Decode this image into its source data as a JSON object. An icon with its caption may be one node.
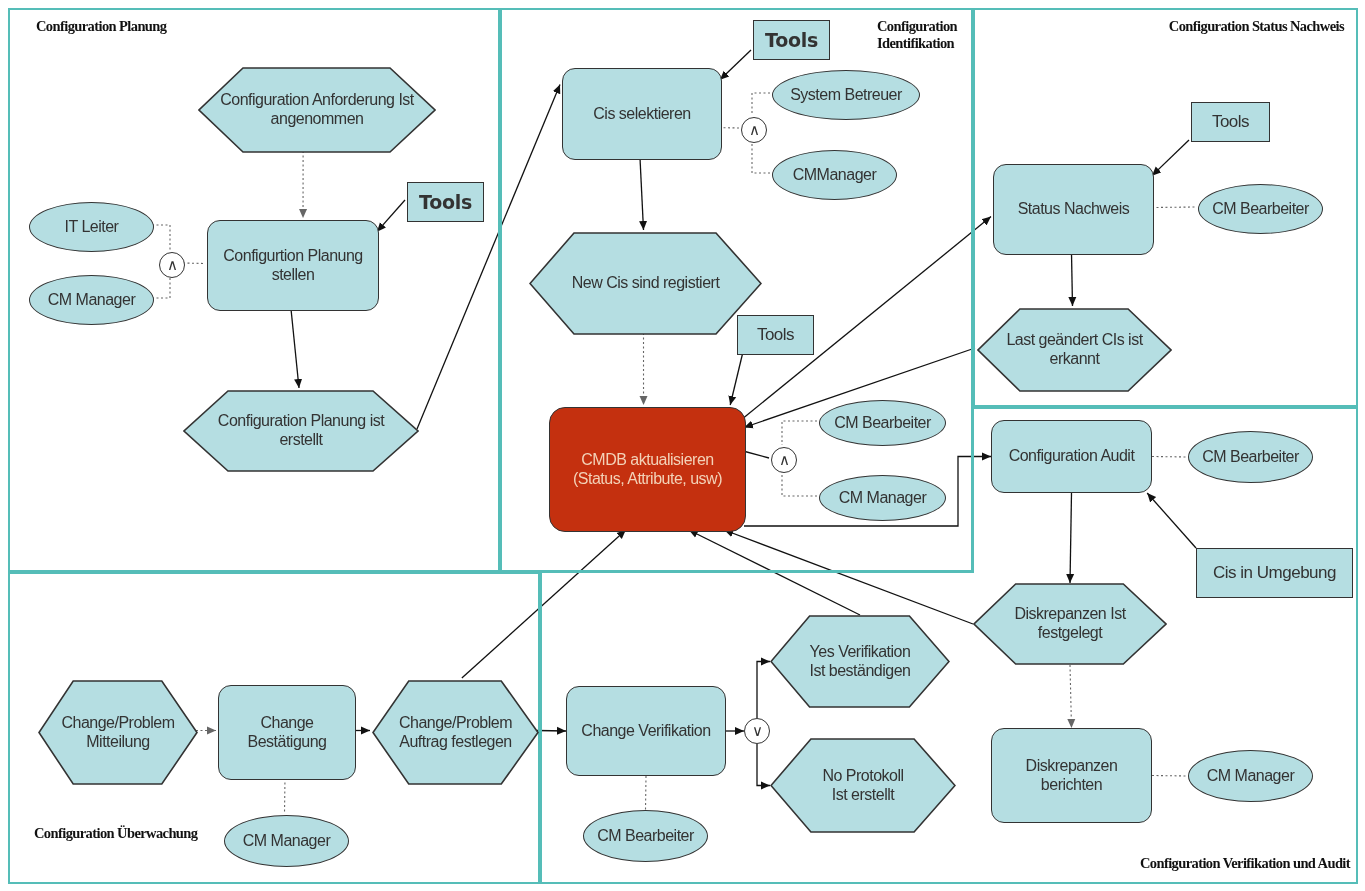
{
  "diagram": {
    "nodes": [
      {
        "text": [
          "Configuration Planung"
        ]
      },
      {
        "text": [
          "Configuration Identifikation"
        ]
      },
      {
        "text": [
          "Configuration Status Nachweis"
        ]
      },
      {
        "text": [
          "Configuration Überwachung"
        ]
      },
      {
        "text": [
          "Configuration Verifikation und Audit"
        ]
      },
      {
        "text": [
          "Configuration Anforderung Ist angenommen"
        ],
        "in": 0
      },
      {
        "text": [
          "IT Leiter"
        ],
        "in": 0
      },
      {
        "text": [
          "CM Manager"
        ],
        "in": 0
      },
      {
        "text": [
          "∧"
        ],
        "in": 0
      },
      {
        "text": [
          "Configurtion Planung stellen"
        ],
        "in": 0
      },
      {
        "text": [
          "Tools"
        ],
        "in": 0
      },
      {
        "text": [
          "Configuration Planung ist erstellt"
        ],
        "in": 0
      },
      {
        "text": [
          "Tools"
        ],
        "in": 1
      },
      {
        "text": [
          "Cis selektieren"
        ],
        "in": 1
      },
      {
        "text": [
          "System Betreuer"
        ],
        "in": 1
      },
      {
        "text": [
          "∧"
        ],
        "in": 1
      },
      {
        "text": [
          "CMManager"
        ],
        "in": 1
      },
      {
        "text": [
          "New Cis sind registiert"
        ],
        "in": 1
      },
      {
        "text": [
          "Tools"
        ],
        "in": 1
      },
      {
        "text": [
          "CMDB aktualisieren (Status, Attribute, usw)"
        ],
        "in": 1
      },
      {
        "text": [
          "CM Bearbeiter"
        ],
        "in": 1
      },
      {
        "text": [
          "∧"
        ],
        "in": 1
      },
      {
        "text": [
          "CM Manager"
        ],
        "in": 1
      },
      {
        "text": [
          "Tools"
        ],
        "in": 2
      },
      {
        "text": [
          "Status Nachweis"
        ],
        "in": 2
      },
      {
        "text": [
          "CM Bearbeiter"
        ],
        "in": 2
      },
      {
        "text": [
          "Last geändert CIs ist erkannt"
        ],
        "in": 2
      },
      {
        "text": [
          "Change/Problem Mitteilung"
        ],
        "in": 3
      },
      {
        "text": [
          "Change Bestätigung"
        ],
        "in": 3
      },
      {
        "text": [
          "CM Manager"
        ],
        "in": 3
      },
      {
        "text": [
          "Change/Problem Auftrag festlegen"
        ],
        "in": 3
      },
      {
        "text": [
          "Change Verifikation"
        ],
        "in": 4
      },
      {
        "text": [
          "∨"
        ],
        "in": 4
      },
      {
        "text": [
          "Yes Verifikation Ist beständigen"
        ],
        "in": 4
      },
      {
        "text": [
          "No Protokoll Ist erstellt"
        ],
        "in": 4
      },
      {
        "text": [
          "CM Bearbeiter"
        ],
        "in": 4
      },
      {
        "text": [
          "Configuration Audit"
        ],
        "in": 4
      },
      {
        "text": [
          "CM Bearbeiter"
        ],
        "in": 4
      },
      {
        "text": [
          "Cis in Umgebung"
        ],
        "in": 4
      },
      {
        "text": [
          "Diskrepanzen Ist festgelegt"
        ],
        "in": 4
      },
      {
        "text": [
          "Diskrepanzen berichten"
        ],
        "in": 4
      },
      {
        "text": [
          "CM Manager"
        ],
        "in": 4
      }
    ],
    "edges": [
      {
        "from": 5,
        "to": 9,
        "arrow": "to",
        "style": "dashed"
      },
      {
        "from": 6,
        "to": 8,
        "arrow": "none",
        "style": "dashed"
      },
      {
        "from": 7,
        "to": 8,
        "arrow": "none",
        "style": "dashed"
      },
      {
        "from": 8,
        "to": 9,
        "arrow": "none",
        "style": "dashed"
      },
      {
        "from": 10,
        "to": 9,
        "arrow": "to"
      },
      {
        "from": 9,
        "to": 11,
        "arrow": "to"
      },
      {
        "from": 11,
        "to": 13,
        "arrow": "to"
      },
      {
        "from": 12,
        "to": 13,
        "arrow": "to"
      },
      {
        "from": 13,
        "to": 17,
        "arrow": "to"
      },
      {
        "from": 14,
        "to": 15,
        "arrow": "none",
        "style": "dashed"
      },
      {
        "from": 16,
        "to": 15,
        "arrow": "none",
        "style": "dashed"
      },
      {
        "from": 15,
        "to": 13,
        "arrow": "none",
        "style": "dashed"
      },
      {
        "from": 17,
        "to": 19,
        "arrow": "to",
        "style": "dashed"
      },
      {
        "from": 18,
        "to": 19,
        "arrow": "to"
      },
      {
        "from": 19,
        "to": 24,
        "arrow": "to"
      },
      {
        "from": 26,
        "to": 19,
        "arrow": "to"
      },
      {
        "from": 19,
        "to": 21,
        "arrow": "none"
      },
      {
        "from": 20,
        "to": 21,
        "arrow": "none",
        "style": "dashed"
      },
      {
        "from": 22,
        "to": 21,
        "arrow": "none",
        "style": "dashed"
      },
      {
        "from": 23,
        "to": 24,
        "arrow": "to"
      },
      {
        "from": 24,
        "to": 25,
        "arrow": "none",
        "style": "dashed"
      },
      {
        "from": 24,
        "to": 26,
        "arrow": "to"
      },
      {
        "from": 27,
        "to": 28,
        "arrow": "to",
        "style": "dashed"
      },
      {
        "from": 28,
        "to": 29,
        "arrow": "none",
        "style": "dashed"
      },
      {
        "from": 28,
        "to": 30,
        "arrow": "to"
      },
      {
        "from": 30,
        "to": 19,
        "arrow": "to"
      },
      {
        "from": 30,
        "to": 31,
        "arrow": "to"
      },
      {
        "from": 31,
        "to": 32,
        "arrow": "to"
      },
      {
        "from": 32,
        "to": 33,
        "arrow": "to"
      },
      {
        "from": 32,
        "to": 34,
        "arrow": "to"
      },
      {
        "from": 31,
        "to": 35,
        "arrow": "none",
        "style": "dashed"
      },
      {
        "from": 33,
        "to": 19,
        "arrow": "to"
      },
      {
        "from": 19,
        "to": 36,
        "arrow": "to"
      },
      {
        "from": 36,
        "to": 37,
        "arrow": "none",
        "style": "dashed"
      },
      {
        "from": 38,
        "to": 36,
        "arrow": "to"
      },
      {
        "from": 36,
        "to": 39,
        "arrow": "to"
      },
      {
        "from": 39,
        "to": 19,
        "arrow": "to"
      },
      {
        "from": 39,
        "to": 40,
        "arrow": "to",
        "style": "dashed"
      },
      {
        "from": 40,
        "to": 41,
        "arrow": "none",
        "style": "dashed"
      }
    ]
  }
}
